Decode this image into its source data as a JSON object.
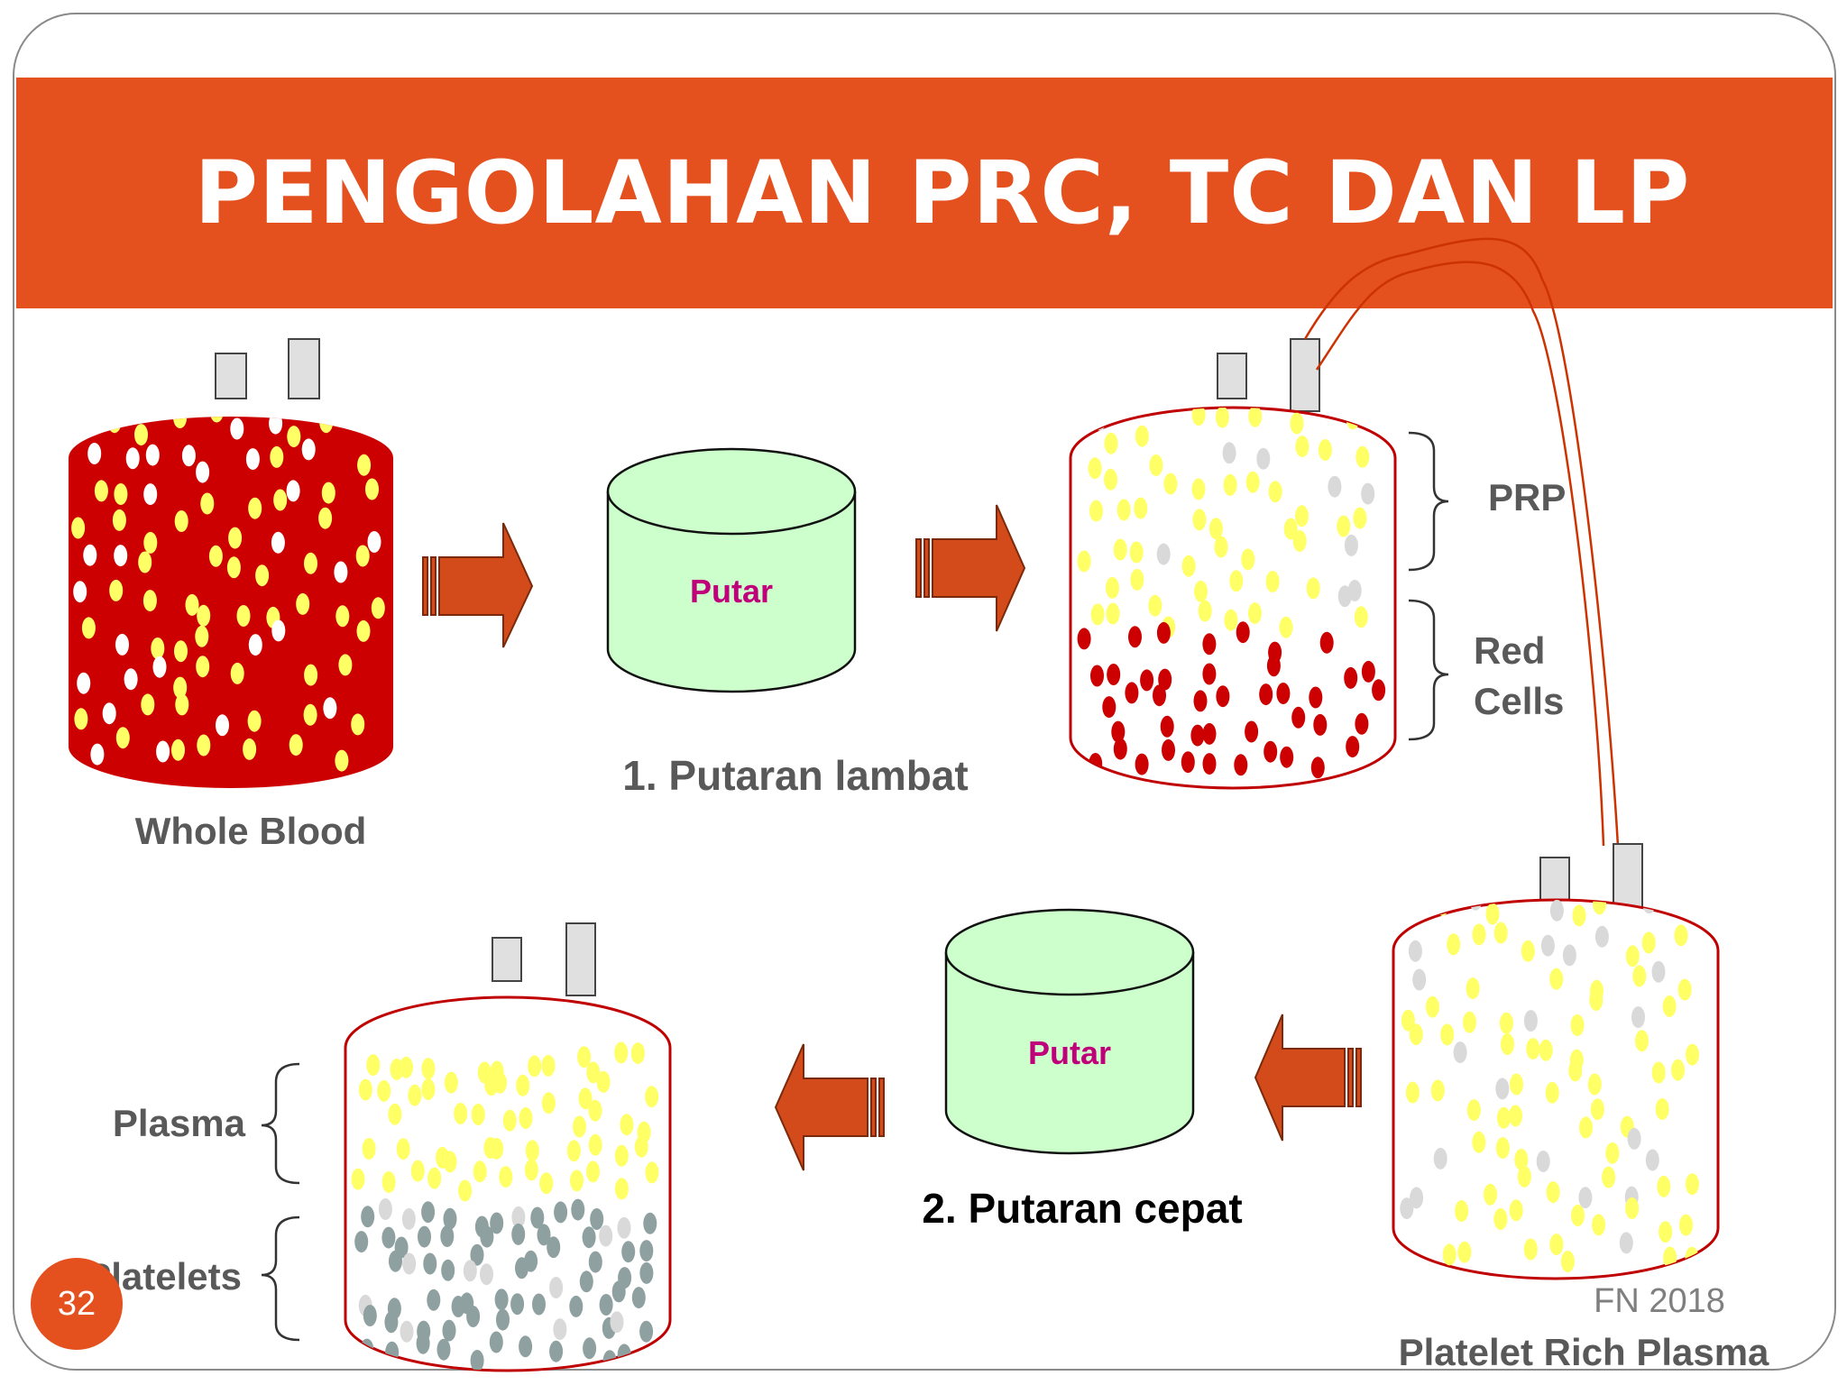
{
  "title": "PENGOLAHAN PRC, TC DAN LP",
  "labels": {
    "whole_blood": "Whole Blood",
    "putar1": "Putar",
    "step1": "1. Putaran lambat",
    "prp": "PRP",
    "red": "Red",
    "cells": "Cells",
    "putar2": "Putar",
    "step2": "2. Putaran cepat",
    "plasma": "Plasma",
    "platelets": "Platelets",
    "prp_full": "Platelet Rich Plasma",
    "credit": "FN 2018"
  },
  "slide_number": "32",
  "colors": {
    "accent": "#e4501e",
    "arrow": "#d34a1b",
    "blood_red": "#cc0000",
    "platelet_yellow": "#ffff66",
    "white_cell": "#ffffff",
    "grey_cell": "#d9d9d9",
    "dark_platelet": "#8fa0a0",
    "centrifuge_fill": "#ccffcc",
    "putar_text": "#c0007a",
    "tubing": "#cc3300"
  }
}
